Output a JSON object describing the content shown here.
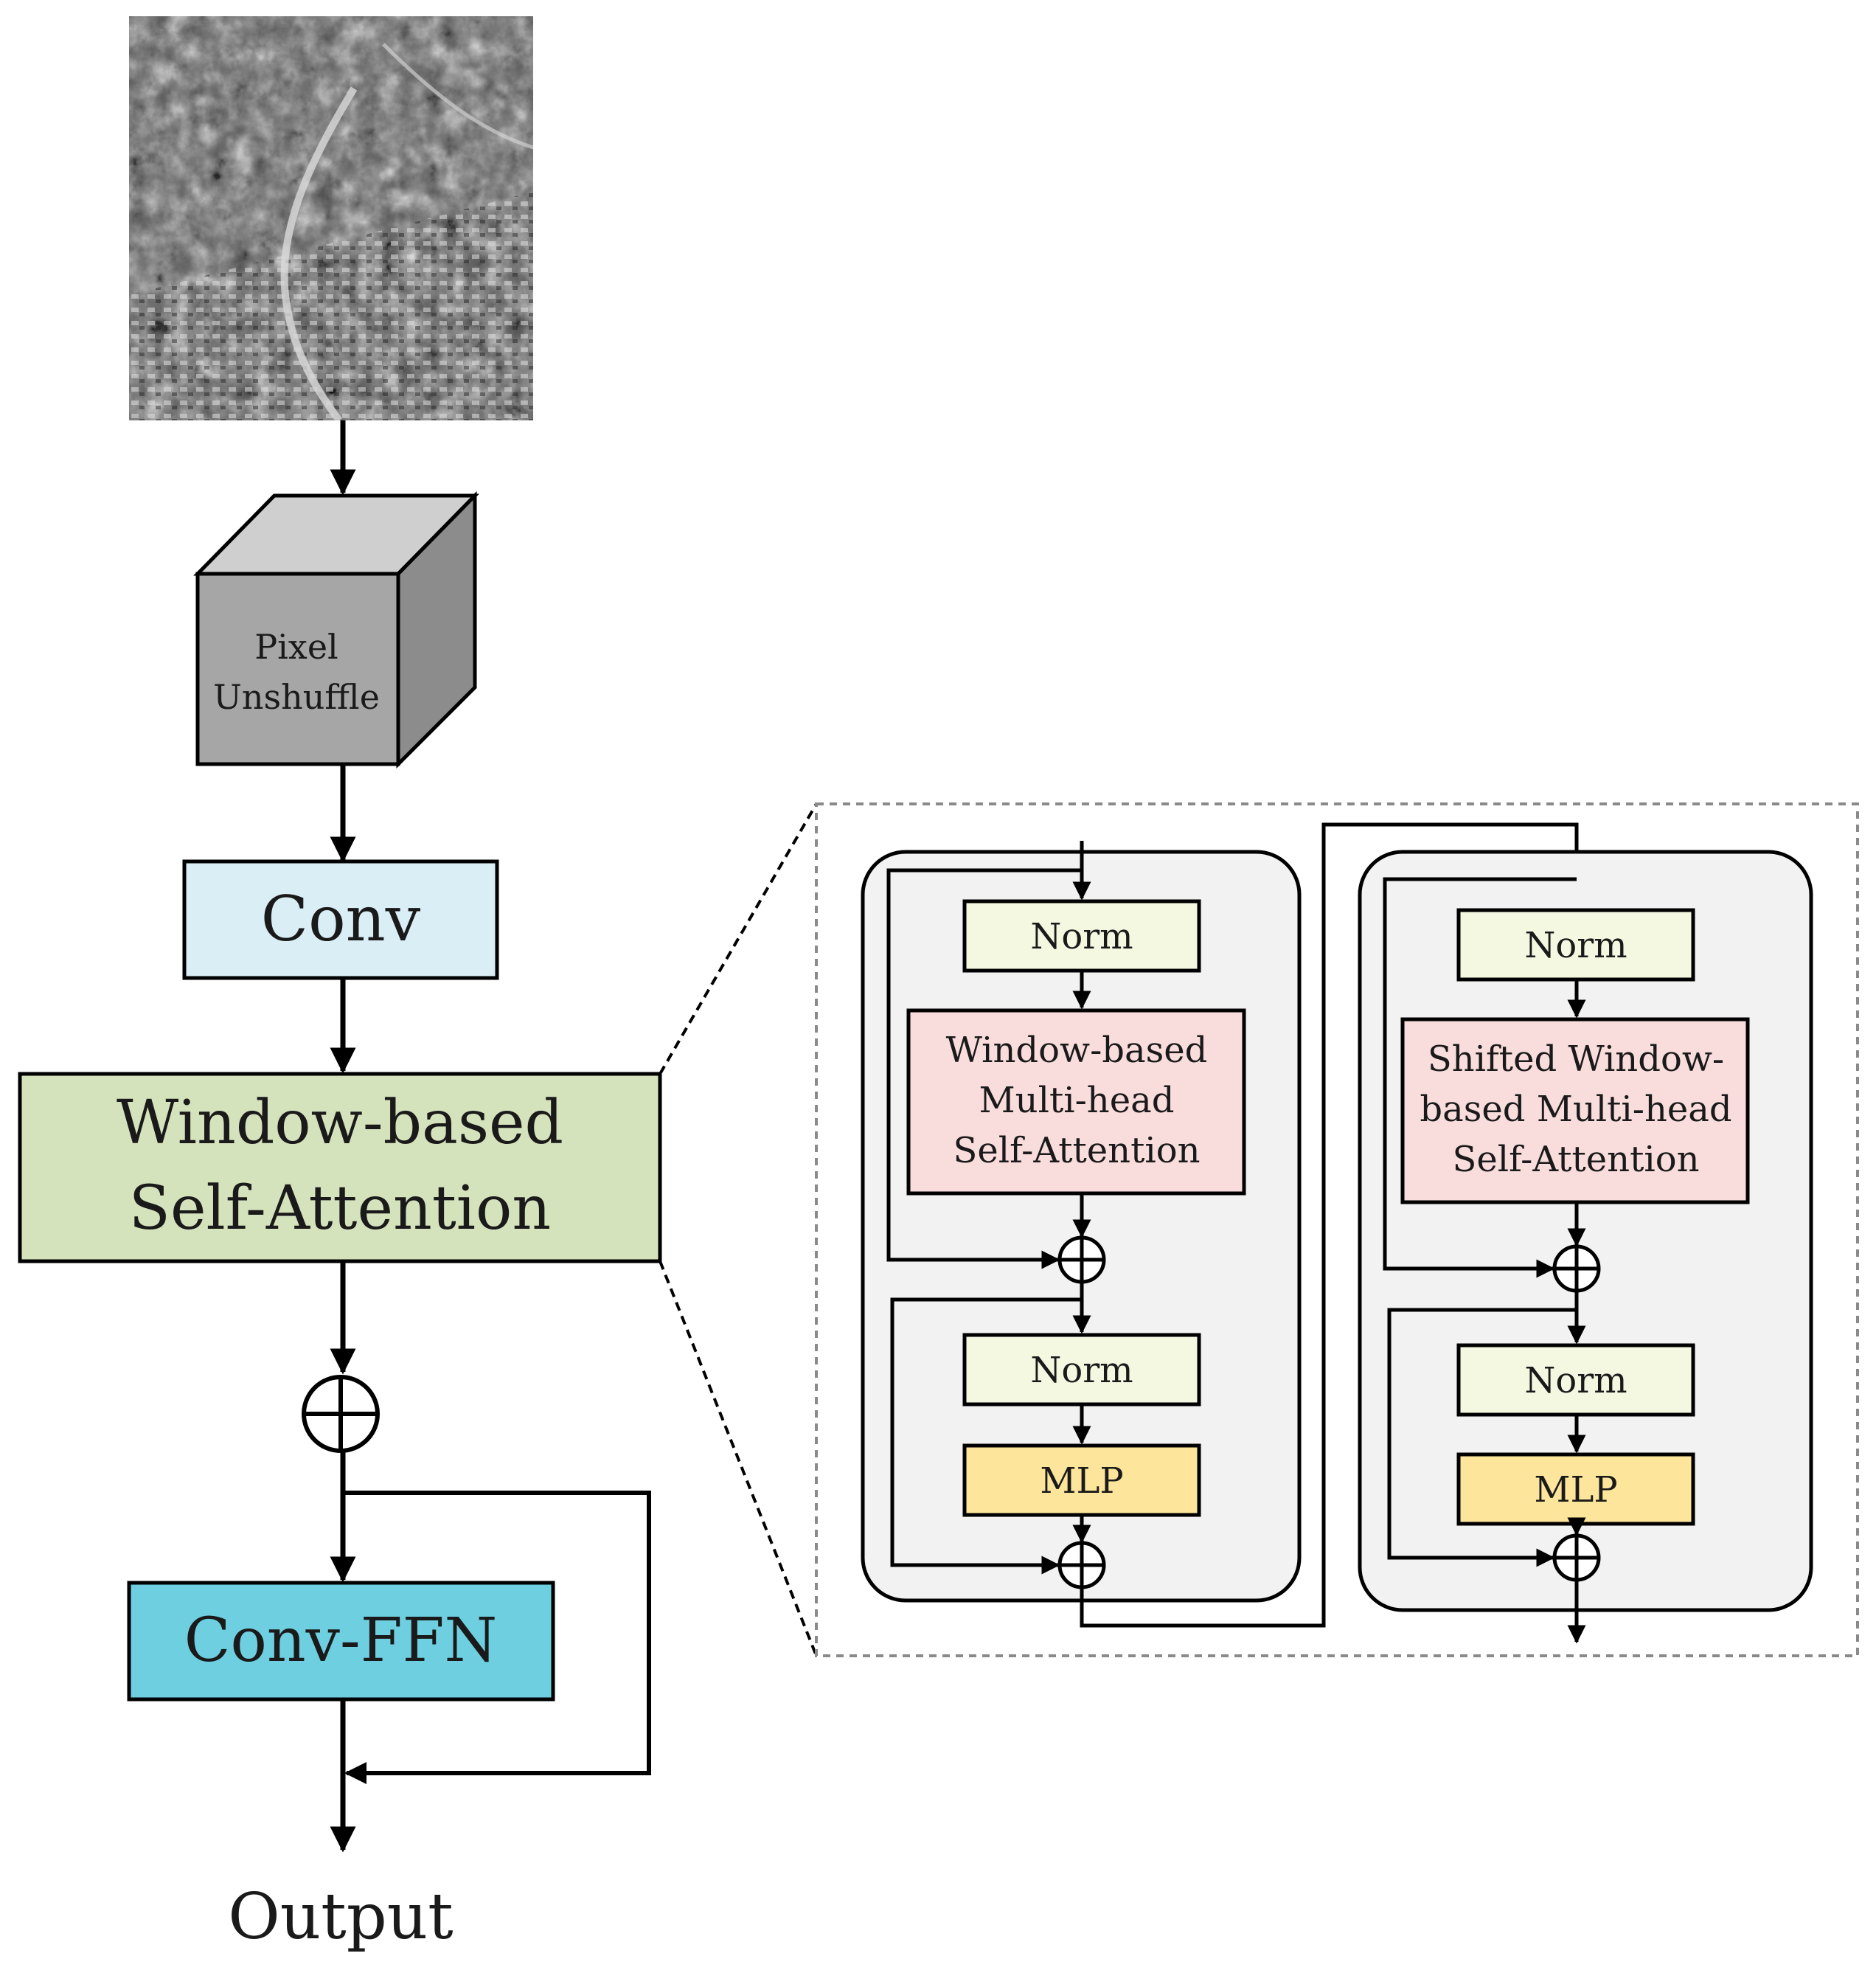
{
  "main_flow": {
    "input_image_alt": "grayscale aerial image",
    "pixel_unshuffle": [
      "Pixel",
      "Unshuffle"
    ],
    "conv": "Conv",
    "wsa": [
      "Window-based",
      "Self-Attention"
    ],
    "conv_ffn": "Conv-FFN",
    "output": "Output"
  },
  "detail": {
    "block1": {
      "norm1": "Norm",
      "attention": [
        "Window-based",
        "Multi-head",
        "Self-Attention"
      ],
      "norm2": "Norm",
      "mlp": "MLP"
    },
    "block2": {
      "norm1": "Norm",
      "attention": [
        "Shifted Window-",
        "based Multi-head",
        "Self-Attention"
      ],
      "norm2": "Norm",
      "mlp": "MLP"
    }
  },
  "colors": {
    "conv": "#daeef5",
    "wsa": "#d5e3bd",
    "conv_ffn": "#6dcfe0",
    "norm": "#f5f8e1",
    "attention": "#f9dcdc",
    "mlp": "#fde59b",
    "panel": "#f2f2f2",
    "cube_front": "#a6a6a6",
    "cube_top": "#cfcfcf",
    "cube_side": "#8c8c8c"
  }
}
